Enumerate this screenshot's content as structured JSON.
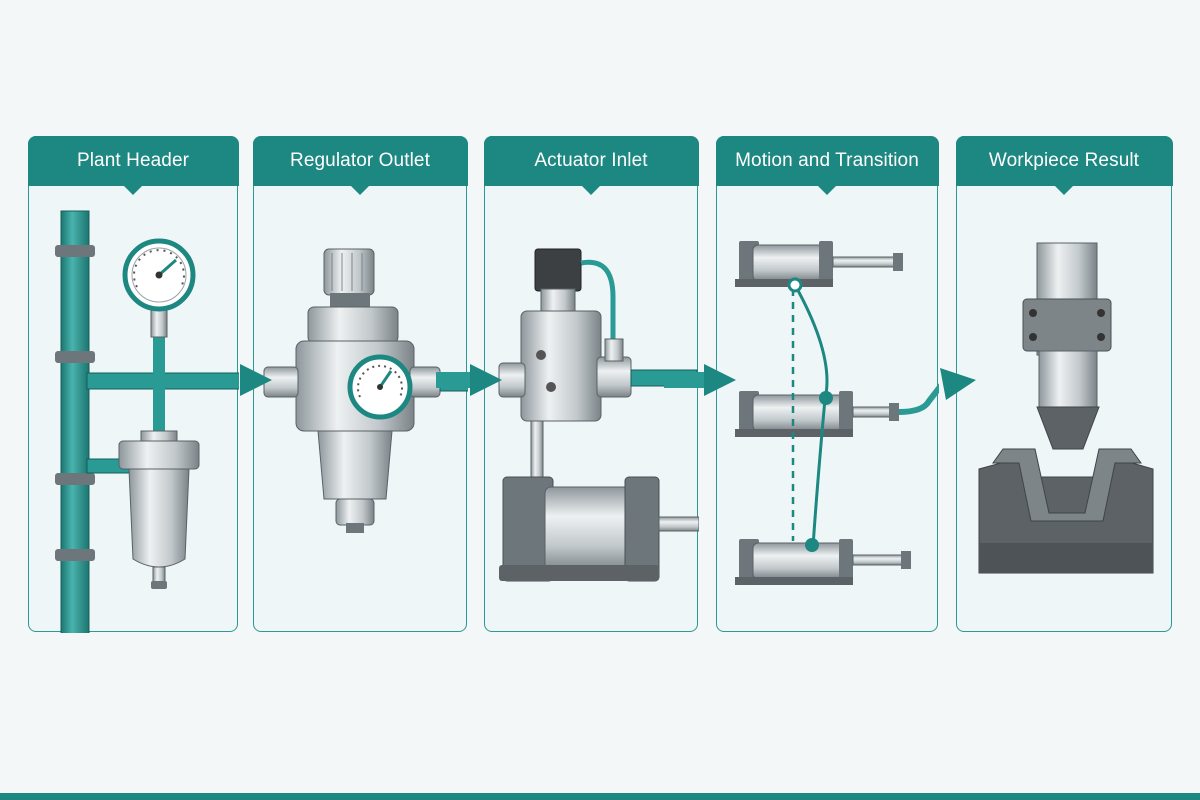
{
  "stages": [
    {
      "title": "Plant Header"
    },
    {
      "title": "Regulator Outlet"
    },
    {
      "title": "Actuator Inlet"
    },
    {
      "title": "Motion and Transition"
    },
    {
      "title": "Workpiece Result"
    }
  ],
  "colors": {
    "accent": "#1d8781",
    "pipe": "#2a9a94",
    "panel_fill": "#eef6f7",
    "metal_light": "#d8dde0",
    "metal_dark": "#6f777c",
    "block": "#5d6266"
  },
  "icons": [
    "pipe-header",
    "pressure-gauge",
    "filter-bowl",
    "pressure-regulator",
    "solenoid-valve",
    "pneumatic-cylinder",
    "press-ram",
    "die-block"
  ]
}
